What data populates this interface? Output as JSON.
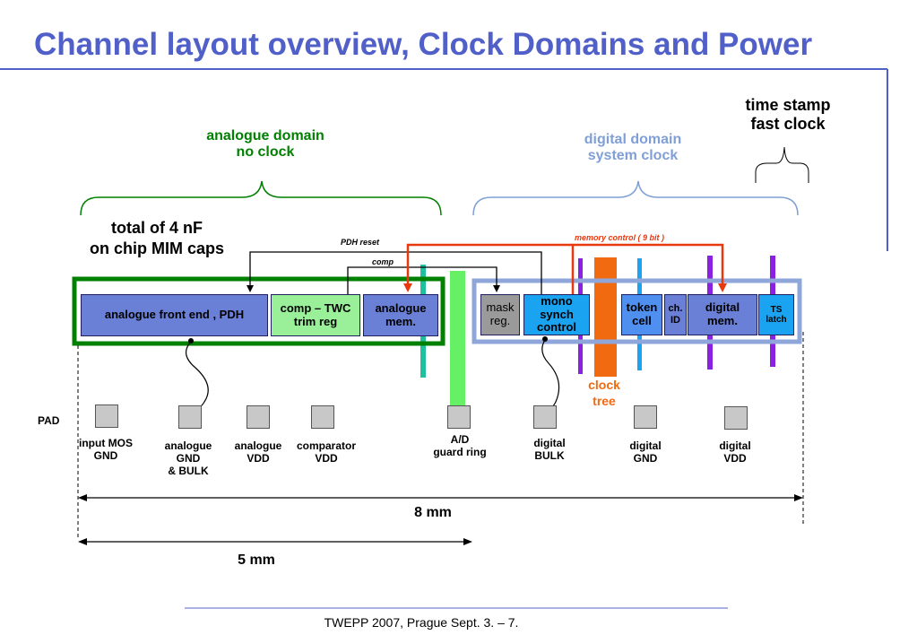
{
  "title": "Channel layout overview, Clock Domains and Power",
  "domains": {
    "analogue": "analogue  domain\nno clock",
    "digital": "digital  domain\nsystem clock",
    "timestamp": "time stamp\nfast clock"
  },
  "caps_note": "total of 4 nF\non chip MIM caps",
  "signals": {
    "pdh_reset": "PDH reset",
    "comp": "comp",
    "memory_control": "memory  control ( 9 bit )"
  },
  "blocks": {
    "afe": "analogue front end , PDH",
    "comp_twc": "comp – TWC\ntrim reg",
    "analogue_mem": "analogue\nmem.",
    "mask_reg": "mask\nreg.",
    "mono_synch": "mono\nsynch\ncontrol",
    "token_cell": "token\ncell",
    "ch_id": "ch.\nID",
    "digital_mem": "digital\nmem.",
    "ts_latch": "TS\nlatch"
  },
  "clock_tree": "clock\ntree",
  "pad_label": "PAD",
  "pads": [
    {
      "label": "input MOS\nGND"
    },
    {
      "label": "analogue\nGND\n& BULK"
    },
    {
      "label": "analogue\nVDD"
    },
    {
      "label": "comparator\nVDD"
    },
    {
      "label": "A/D\nguard ring"
    },
    {
      "label": "digital\nBULK"
    },
    {
      "label": "digital\nGND"
    },
    {
      "label": "digital\nVDD"
    }
  ],
  "dimensions": {
    "total": "8 mm",
    "analogue": "5 mm"
  },
  "footer": "TWEPP 2007, Prague Sept. 3. – 7.",
  "colors": {
    "title": "#5060c8",
    "analogue_domain": "#008000",
    "digital_domain": "#7f9fd6",
    "block_blue": "#6a7fd6",
    "comp_green": "#99f099",
    "mono_cyan": "#1aa3f0",
    "clock_orange": "#f26a10",
    "signal_red": "#e8380d",
    "purple_bar": "#8a20e0",
    "teal_bar": "#1fbf9f",
    "guard_green": "#66f066"
  }
}
